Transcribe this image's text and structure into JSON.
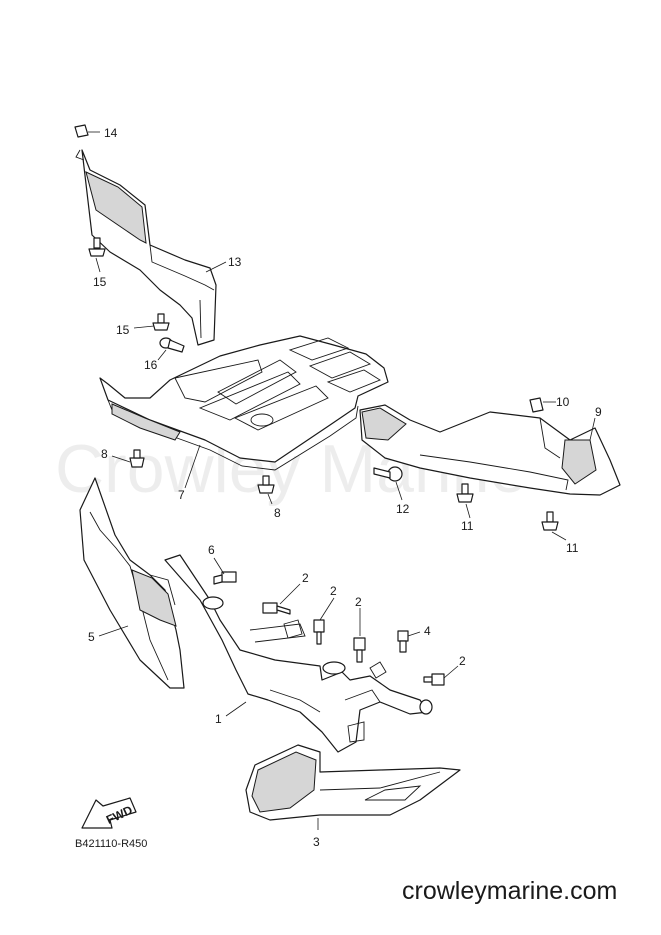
{
  "watermark": "Crowley Marine",
  "diagram_code": "B421110-R450",
  "footer_site": "crowleymarine.com",
  "fwd_label": "FWD",
  "callouts": {
    "c1": "1",
    "c2a": "2",
    "c2b": "2",
    "c2c": "2",
    "c2d": "2",
    "c3": "3",
    "c4": "4",
    "c5": "5",
    "c6": "6",
    "c7": "7",
    "c8a": "8",
    "c8b": "8",
    "c9": "9",
    "c10": "10",
    "c11a": "11",
    "c11b": "11",
    "c12": "12",
    "c13": "13",
    "c14": "14",
    "c15a": "15",
    "c15b": "15",
    "c16": "16"
  }
}
